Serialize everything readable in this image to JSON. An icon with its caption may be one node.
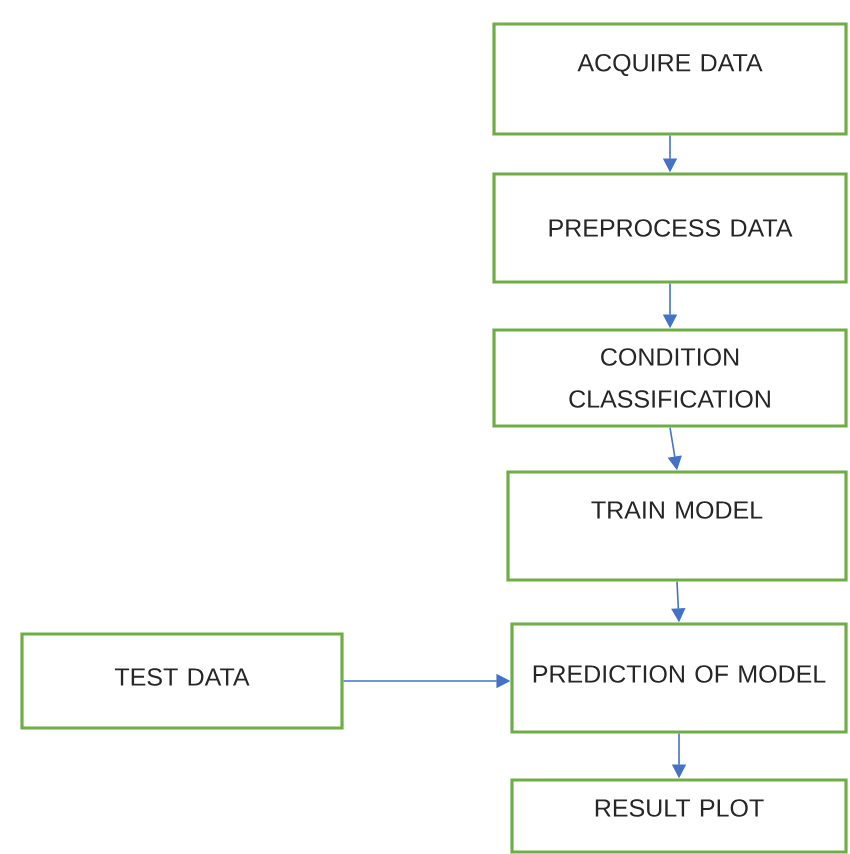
{
  "diagram": {
    "nodes": [
      {
        "text": [
          "ACQUIRE DATA"
        ]
      },
      {
        "text": [
          "PREPROCESS DATA"
        ]
      },
      {
        "text": [
          "CONDITION CLASSIFICATION"
        ]
      },
      {
        "text": [
          "TRAIN MODEL"
        ]
      },
      {
        "text": [
          "TEST DATA"
        ]
      },
      {
        "text": [
          "PREDICTION OF MODEL"
        ]
      },
      {
        "text": [
          "RESULT PLOT"
        ]
      }
    ],
    "edges": [
      {
        "from": 0,
        "to": 1,
        "arrow": "to"
      },
      {
        "from": 1,
        "to": 2,
        "arrow": "to"
      },
      {
        "from": 2,
        "to": 3,
        "arrow": "to"
      },
      {
        "from": 3,
        "to": 5,
        "arrow": "to"
      },
      {
        "from": 4,
        "to": 5,
        "arrow": "to"
      },
      {
        "from": 5,
        "to": 6,
        "arrow": "to"
      }
    ]
  }
}
